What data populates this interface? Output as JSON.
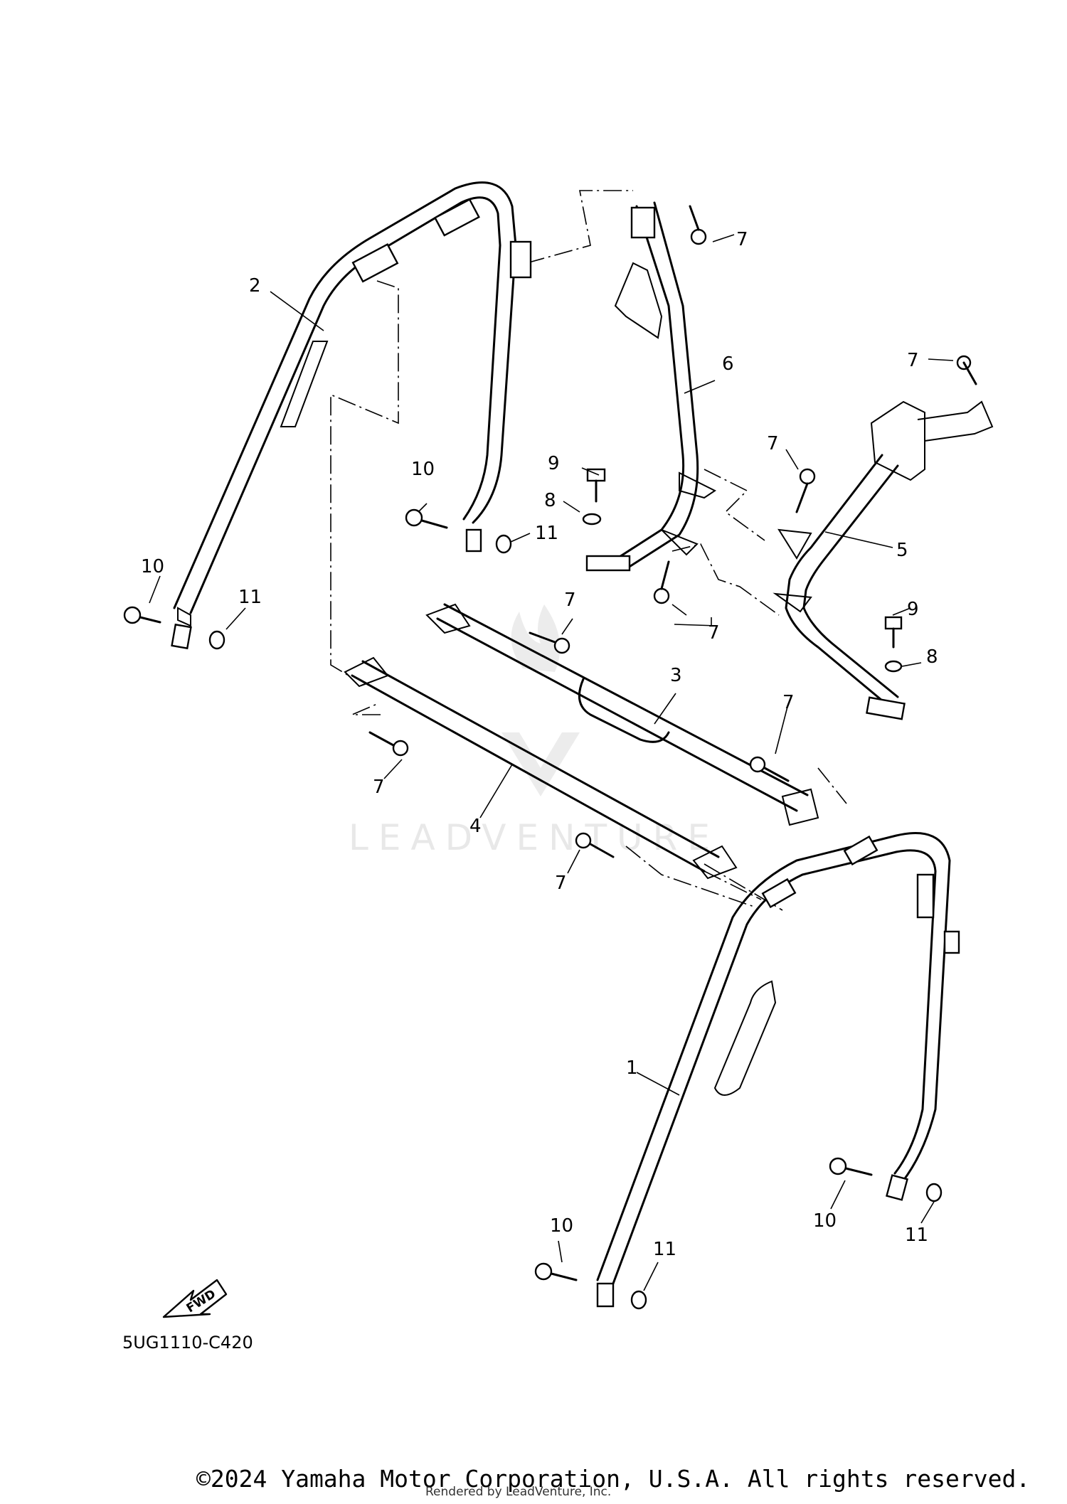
{
  "diagram": {
    "diagram_code": "5UG1110-C420",
    "fwd_label": "FWD",
    "watermark": "LEADVENTURE",
    "copyright": "©2024 Yamaha Motor Corporation, U.S.A. All rights reserved.",
    "rendered_by": "Rendered by LeadVenture, Inc.",
    "callouts": {
      "c1": "1",
      "c2": "2",
      "c3": "3",
      "c4": "4",
      "c5": "5",
      "c6": "6",
      "c7a": "7",
      "c7b": "7",
      "c7c": "7",
      "c7d": "7",
      "c7e": "7",
      "c7f": "7",
      "c7g": "7",
      "c7h": "7",
      "c8a": "8",
      "c8b": "8",
      "c9a": "9",
      "c9b": "9",
      "c10a": "10",
      "c10b": "10",
      "c10c": "10",
      "c10d": "10",
      "c11a": "11",
      "c11b": "11",
      "c11c": "11",
      "c11d": "11"
    }
  }
}
